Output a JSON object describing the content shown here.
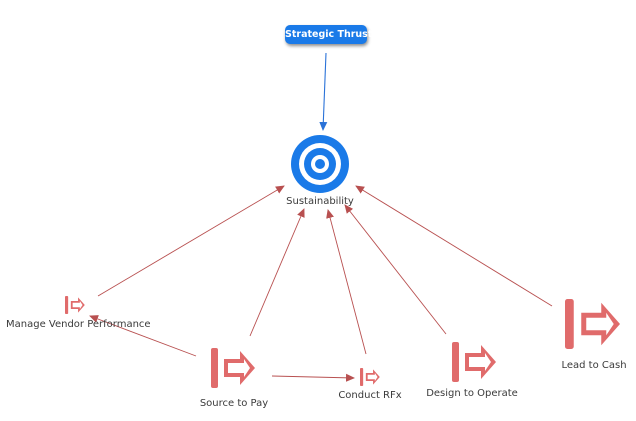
{
  "strategic_thrust": {
    "label": "Strategic Thrust"
  },
  "goal": {
    "label": "Sustainability"
  },
  "processes": [
    {
      "id": "mvp",
      "label": "Manage Vendor Performance"
    },
    {
      "id": "s2p",
      "label": "Source to Pay"
    },
    {
      "id": "rfx",
      "label": "Conduct RFx"
    },
    {
      "id": "d2o",
      "label": "Design to Operate"
    },
    {
      "id": "l2c",
      "label": "Lead to Cash"
    }
  ],
  "colors": {
    "thrust": "#1a7ae8",
    "goal": "#1a7ae8",
    "process_icon": "#e06b6b",
    "relation_line": "#b85050",
    "thrust_line": "#2a72d8"
  }
}
